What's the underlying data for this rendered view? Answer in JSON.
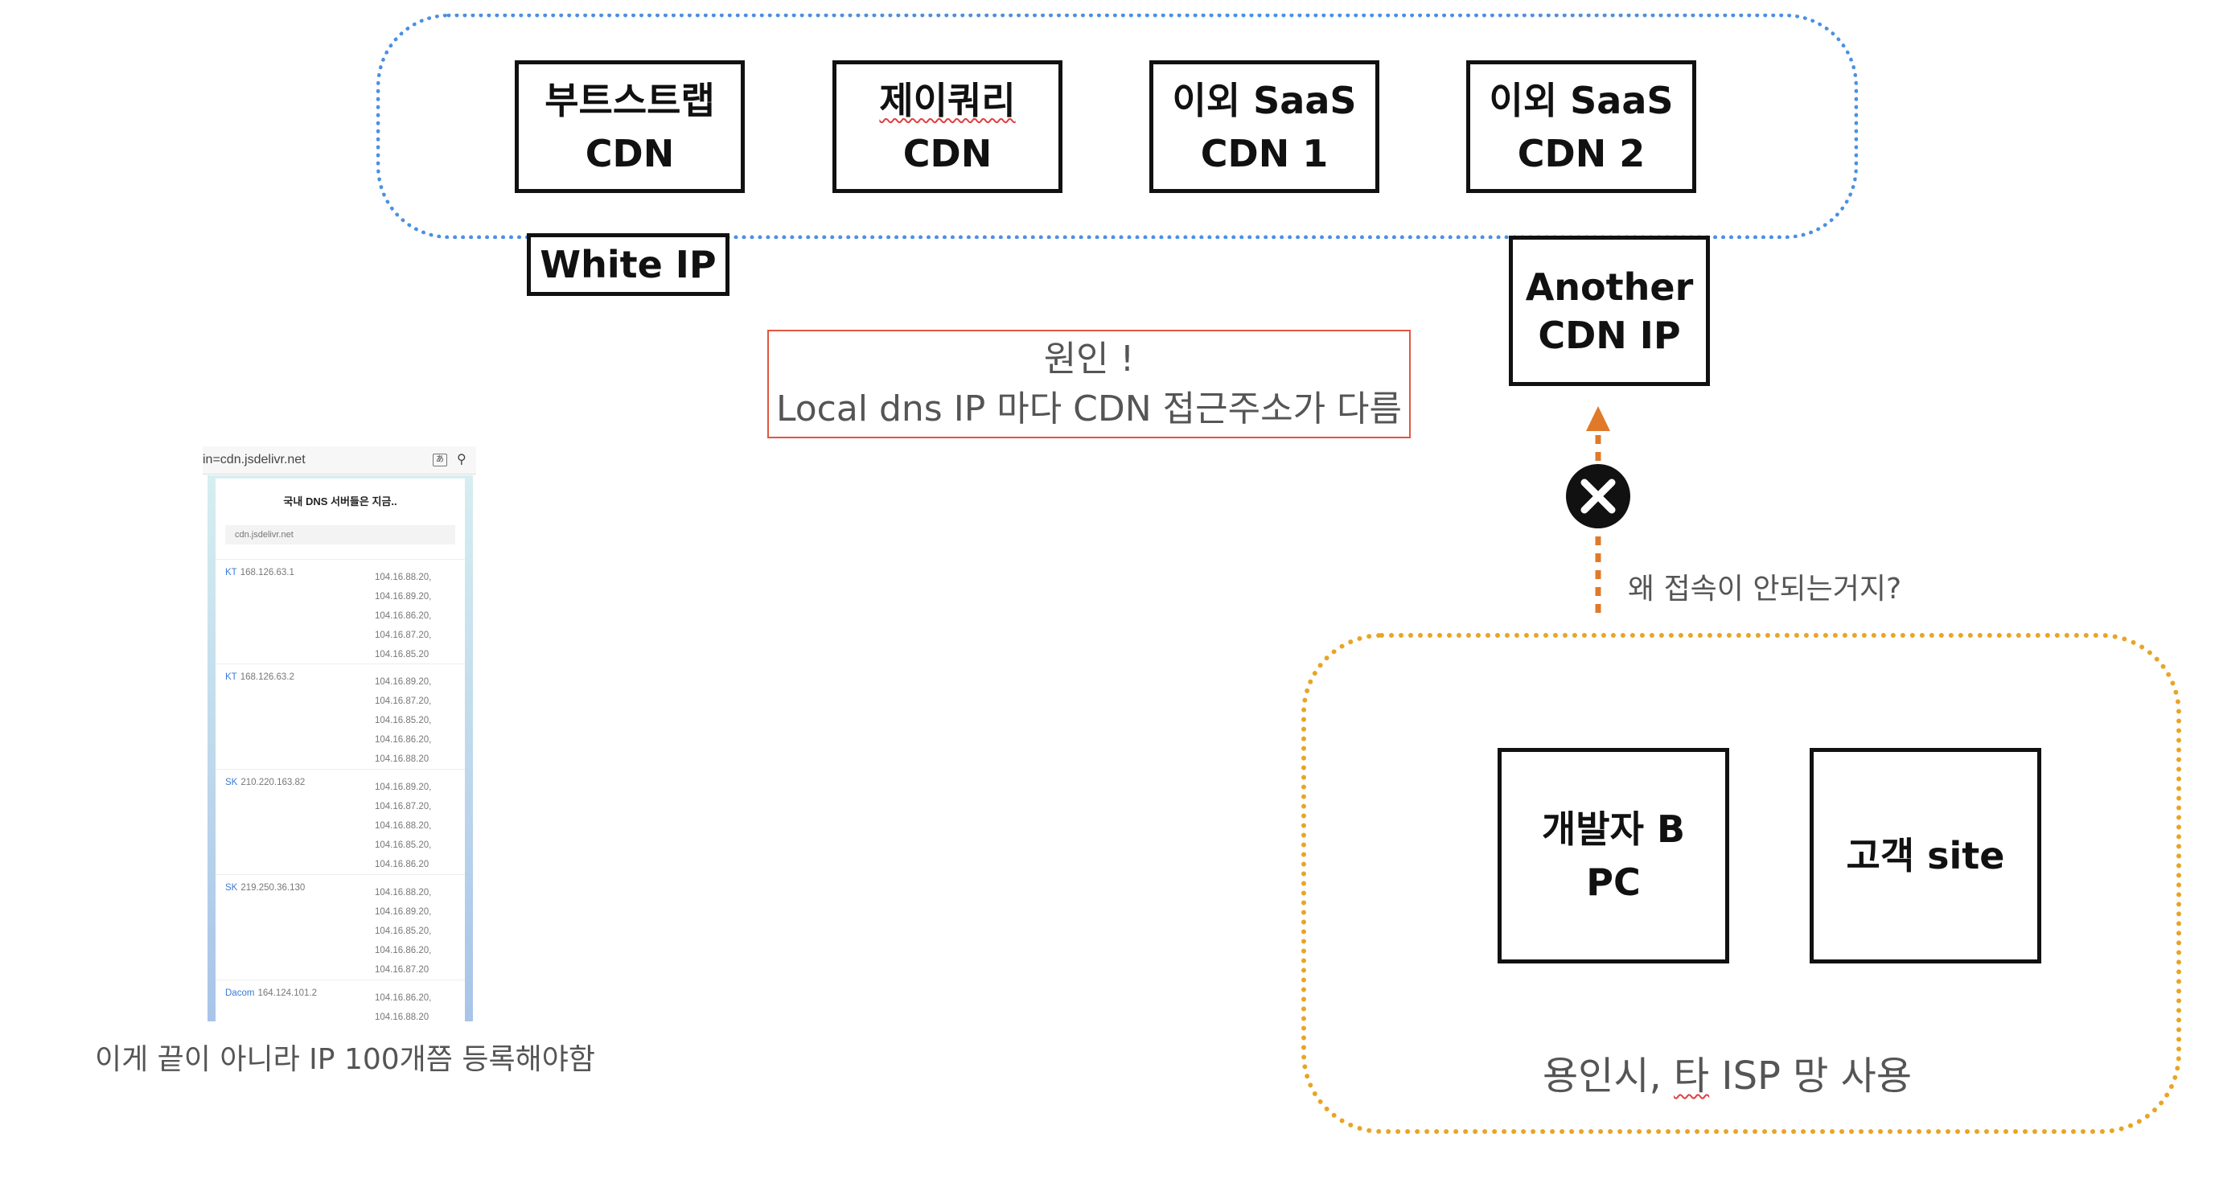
{
  "cdn_boxes": [
    {
      "line1": "부트스트랩",
      "line2": "CDN"
    },
    {
      "line1": "제이쿼리",
      "line2": "CDN"
    },
    {
      "line1": "이외 SaaS",
      "line2": "CDN 1"
    },
    {
      "line1": "이외 SaaS",
      "line2": "CDN 2"
    }
  ],
  "white_ip": "White IP",
  "another_ip": {
    "line1": "Another",
    "line2": "CDN IP"
  },
  "cause_note": {
    "line1": "원인 !",
    "line2": "Local dns IP 마다 CDN 접근주소가 다름"
  },
  "question": "왜 접속이 안되는거지?",
  "dev_box": {
    "line1": "개발자 B",
    "line2": "PC"
  },
  "customer_box": "고객 site",
  "isp_caption_a": "용인시, ",
  "isp_caption_b": "타",
  "isp_caption_c": " ISP 망 사용",
  "screenshot_caption": "이게 끝이 아니라 IP 100개쯤 등록해야함",
  "screenshot": {
    "url": "in=cdn.jsdelivr.net",
    "title": "국내 DNS 서버들은 지금..",
    "input": "cdn.jsdelivr.net",
    "rows": [
      {
        "isp": "KT",
        "server": "168.126.63.1",
        "ips": [
          "104.16.88.20,",
          "104.16.89.20,",
          "104.16.86.20,",
          "104.16.87.20,",
          "104.16.85.20"
        ]
      },
      {
        "isp": "KT",
        "server": "168.126.63.2",
        "ips": [
          "104.16.89.20,",
          "104.16.87.20,",
          "104.16.85.20,",
          "104.16.86.20,",
          "104.16.88.20"
        ]
      },
      {
        "isp": "SK",
        "server": "210.220.163.82",
        "ips": [
          "104.16.89.20,",
          "104.16.87.20,",
          "104.16.88.20,",
          "104.16.85.20,",
          "104.16.86.20"
        ]
      },
      {
        "isp": "SK",
        "server": "219.250.36.130",
        "ips": [
          "104.16.88.20,",
          "104.16.89.20,",
          "104.16.85.20,",
          "104.16.86.20,",
          "104.16.87.20"
        ]
      },
      {
        "isp": "Dacom",
        "server": "164.124.101.2",
        "ips": [
          "104.16.86.20,",
          "104.16.88.20"
        ]
      }
    ]
  },
  "colors": {
    "blue_group": "#4a90e2",
    "orange_group": "#e8a525",
    "arrow": "#e07a2a",
    "note_border": "#e0573f"
  }
}
